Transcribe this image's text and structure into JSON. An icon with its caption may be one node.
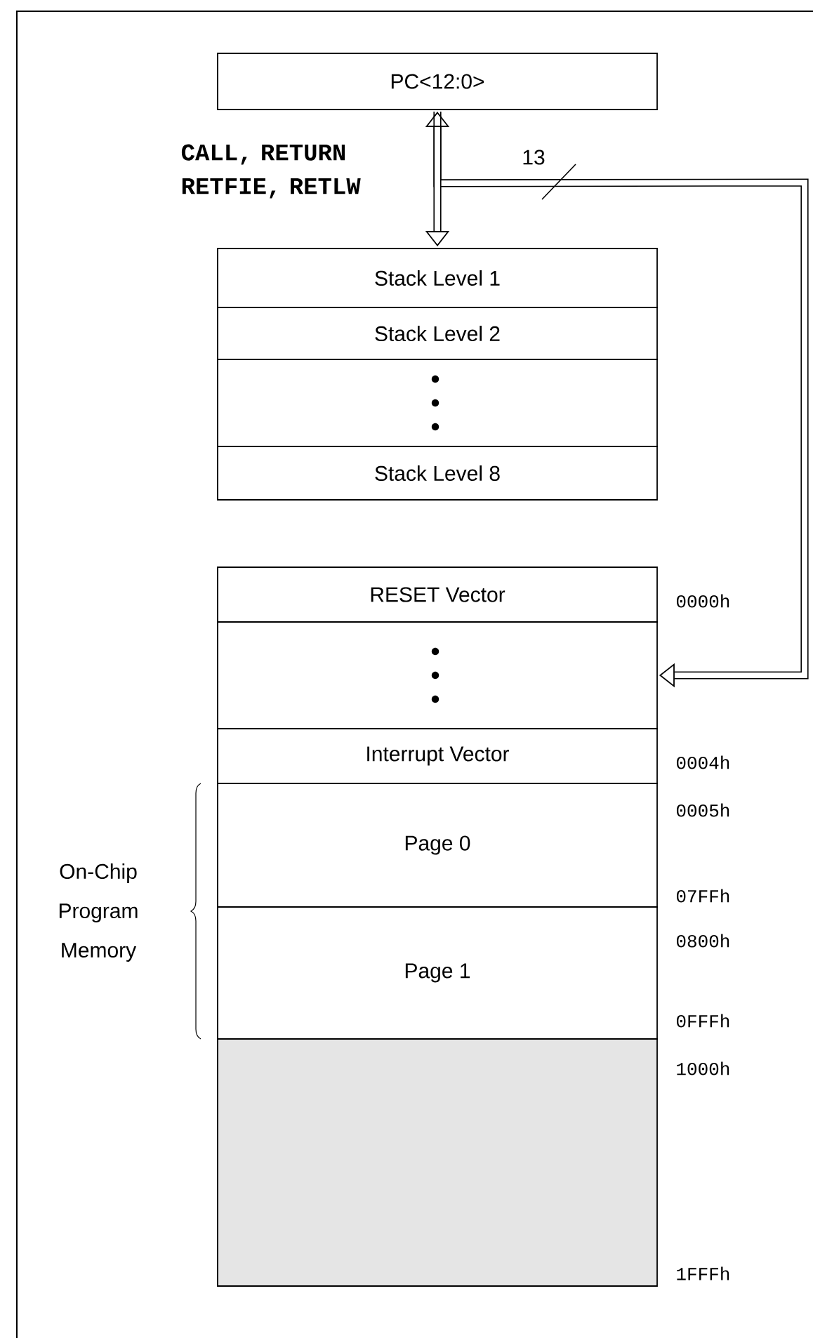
{
  "diagram": {
    "nodes": [
      {
        "text": [
          "PC<12:0>"
        ]
      },
      {
        "text": [
          "Stack Level 1"
        ]
      },
      {
        "text": [
          "Stack Level 2"
        ]
      },
      {
        "text": [],
        "shape": "box"
      },
      {
        "text": [
          "Stack Level 8"
        ]
      },
      {
        "text": [
          "RESET Vector"
        ]
      },
      {
        "text": [],
        "shape": "box"
      },
      {
        "text": [
          "Interrupt Vector"
        ]
      },
      {
        "text": [
          "Page 0"
        ]
      },
      {
        "text": [
          "Page 1"
        ]
      },
      {
        "text": [],
        "shape": "box"
      }
    ],
    "edges": [
      {
        "from": 0,
        "to": 1,
        "arrow": "both",
        "label": "CALL, RETURN RETFIE, RETLW"
      },
      {
        "from": 0,
        "to": 6,
        "arrow": "to",
        "label": "13"
      }
    ],
    "labels": [
      "0000h",
      "0004h",
      "0005h",
      "On-Chip Program Memory",
      "07FFh",
      "0800h",
      "0FFFh",
      "1000h",
      "1FFFh"
    ]
  }
}
